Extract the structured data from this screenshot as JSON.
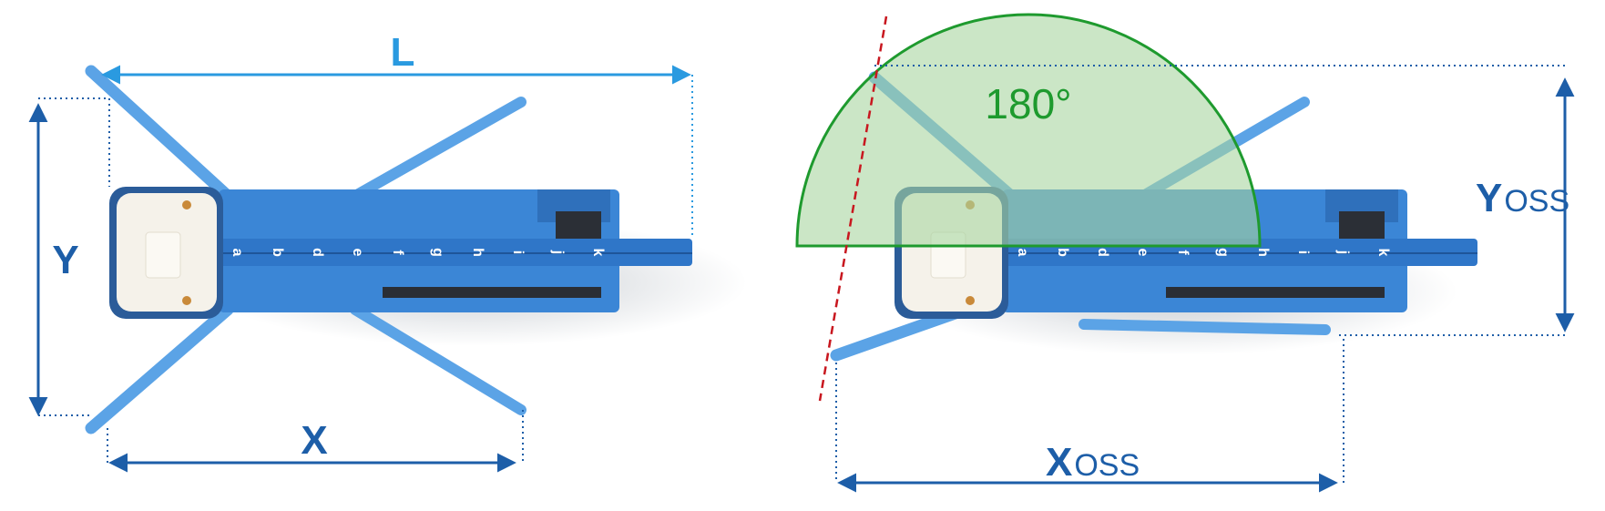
{
  "labels": {
    "length": "L",
    "width": "Y",
    "span": "X",
    "angle": "180°",
    "y_oss_main": "Y",
    "y_oss_sub": "OSS",
    "x_oss_main": "X",
    "x_oss_sub": "OSS"
  },
  "truck_text": [
    "a",
    "b",
    "d",
    "e",
    "f",
    "g",
    "h",
    "i",
    "j",
    "k"
  ],
  "colors": {
    "dimension_blue": "#1d5ea8",
    "arrow_light_blue": "#2a9ae0",
    "truck_blue": "#3b86d6",
    "outrigger_blue": "#5ba3e6",
    "sector_green": "#1e9a2e",
    "sector_fill": "#a9d6a0",
    "red_dash": "#c8171f"
  }
}
